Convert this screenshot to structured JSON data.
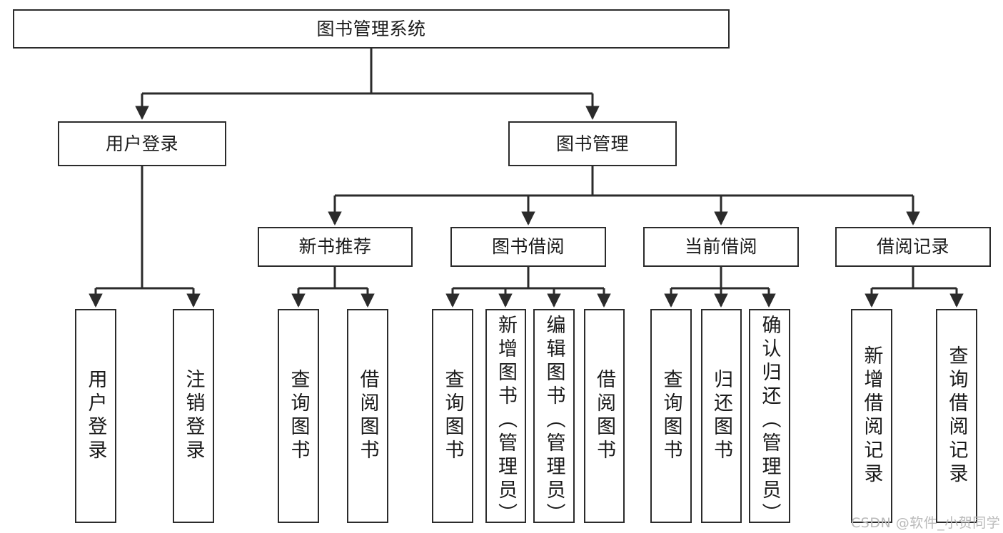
{
  "diagram": {
    "title": "图书管理系统",
    "type": "tree-hierarchy",
    "orientation": "top-down",
    "colors": {
      "stroke": "#2b2b2b",
      "fill": "#ffffff",
      "text": "#1a1a1a",
      "watermark": "#b9b9b9"
    }
  },
  "root": {
    "label": "图书管理系统"
  },
  "level2": [
    {
      "label": "用户登录"
    },
    {
      "label": "图书管理"
    }
  ],
  "level3": [
    {
      "label": "新书推荐"
    },
    {
      "label": "图书借阅"
    },
    {
      "label": "当前借阅"
    },
    {
      "label": "借阅记录"
    }
  ],
  "leaves": {
    "user_login": [
      {
        "label": "用户登录"
      },
      {
        "label": "注销登录"
      }
    ],
    "new_book_recommend": [
      {
        "label": "查询图书"
      },
      {
        "label": "借阅图书"
      }
    ],
    "book_borrow": [
      {
        "label": "查询图书"
      },
      {
        "label": "新增图书（管理员）"
      },
      {
        "label": "编辑图书（管理员）"
      },
      {
        "label": "借阅图书"
      }
    ],
    "current_borrow": [
      {
        "label": "查询图书"
      },
      {
        "label": "归还图书"
      },
      {
        "label": "确认归还（管理员）"
      }
    ],
    "borrow_record": [
      {
        "label": "新增借阅记录"
      },
      {
        "label": "查询借阅记录"
      }
    ]
  },
  "watermark": {
    "text": "CSDN @软件_小贺同学"
  }
}
